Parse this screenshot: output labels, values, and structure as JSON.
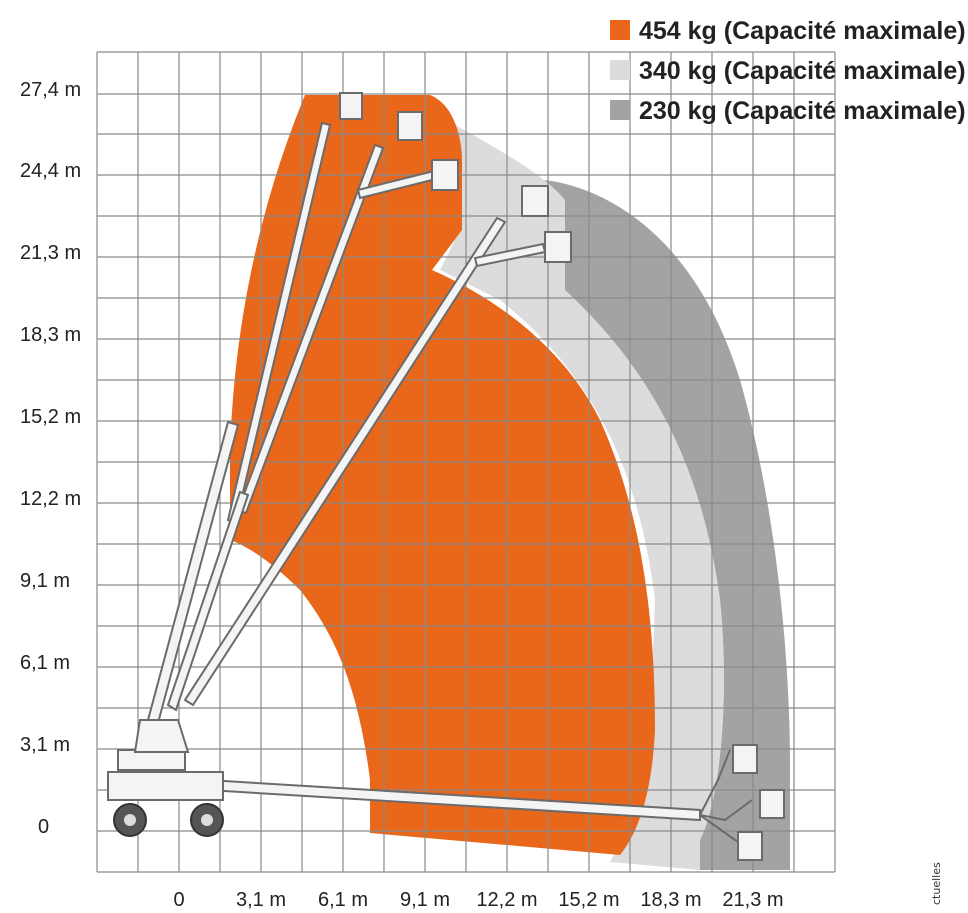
{
  "legend": {
    "items": [
      {
        "label": "454 kg (Capacité maximale)",
        "color": "#e8671a"
      },
      {
        "label": "340 kg (Capacité maximale)",
        "color": "#dcdcdc"
      },
      {
        "label": "230 kg (Capacité maximale)",
        "color": "#a3a3a3"
      }
    ]
  },
  "axes": {
    "y_ticks": [
      "27,4 m",
      "24,4 m",
      "21,3 m",
      "18,3 m",
      "15,2 m",
      "12,2 m",
      "9,1 m",
      "6,1 m",
      "3,1 m",
      "0"
    ],
    "x_ticks": [
      "0",
      "3,1 m",
      "6,1 m",
      "9,1 m",
      "12,2 m",
      "15,2 m",
      "18,3 m",
      "21,3 m"
    ]
  },
  "side_note": "ctuelles",
  "colors": {
    "orange": "#e8671a",
    "light_gray": "#dcdcdc",
    "dark_gray": "#a3a3a3",
    "grid": "#8a8a8a",
    "machine": "#6b6b6b"
  }
}
